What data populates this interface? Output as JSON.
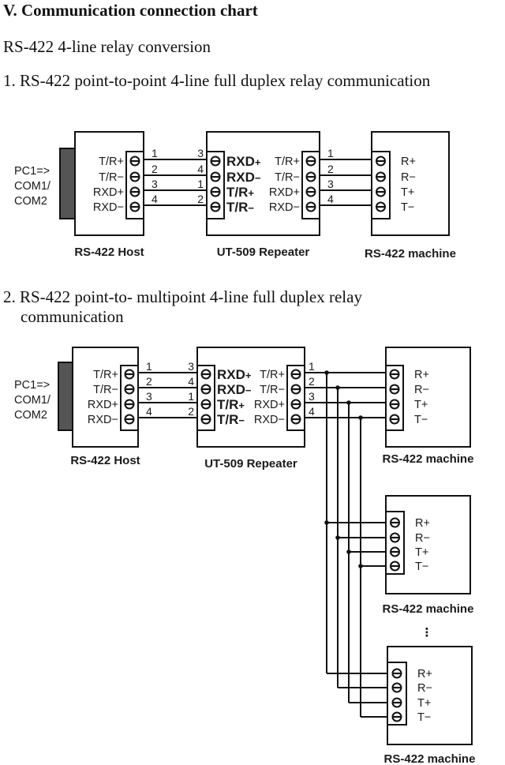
{
  "heading": "V. Communication connection chart",
  "subheading": "RS-422 4-line relay conversion",
  "section1": {
    "title": "1. RS-422 point-to-point 4-line full duplex relay communication"
  },
  "section2": {
    "title_line1": "2. RS-422 point-to- multipoint 4-line full duplex relay",
    "title_line2": "communication"
  },
  "pc_label": [
    "PC1=>",
    "COM1/",
    "COM2"
  ],
  "host": {
    "caption": "RS-422 Host",
    "pins": [
      "T/R+",
      "T/R−",
      "RXD+",
      "RXD−"
    ]
  },
  "repeater": {
    "caption": "UT-509 Repeater",
    "left_pins": [
      "RXD+",
      "RXD−",
      "T/R+",
      "T/R−"
    ],
    "right_pins": [
      "T/R+",
      "T/R−",
      "RXD+",
      "RXD−"
    ]
  },
  "machine": {
    "caption": "RS-422 machine",
    "pins": [
      "R+",
      "R−",
      "T+",
      "T−"
    ]
  },
  "wires_host_side": [
    "1",
    "2",
    "3",
    "4"
  ],
  "wires_repeater_left": [
    "3",
    "4",
    "1",
    "2"
  ],
  "wires_repeater_right": [
    "1",
    "2",
    "3",
    "4"
  ],
  "ellipsis": "⋮",
  "colors": {
    "line": "#111111",
    "connector": "#555555",
    "background": "#ffffff"
  }
}
